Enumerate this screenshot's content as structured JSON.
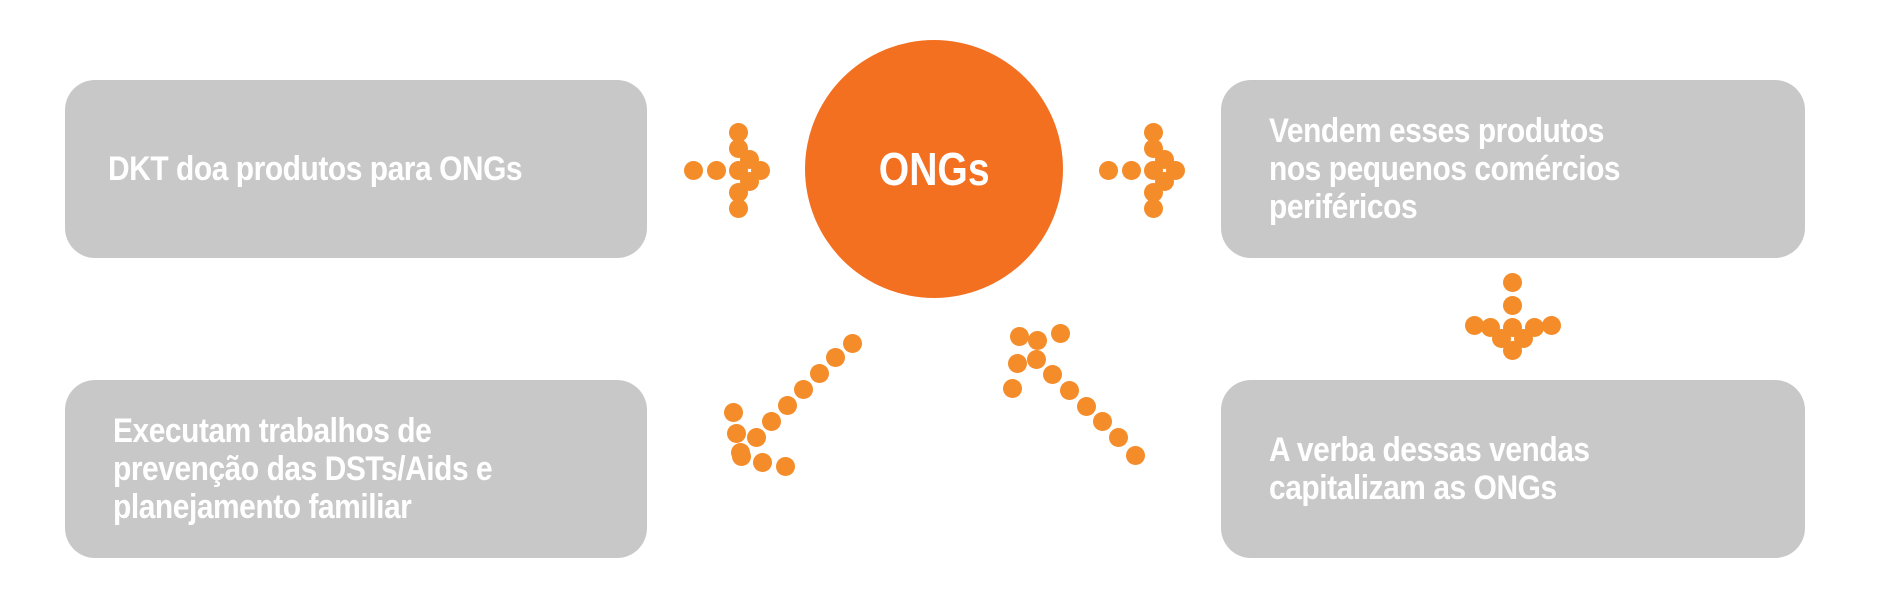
{
  "center": {
    "label": "ONGs"
  },
  "boxes": {
    "top_left": "DKT doa produtos para ONGs",
    "top_right": "Vendem esses produtos\nnos pequenos comércios\nperiféricos",
    "bottom_right": "A verba dessas vendas\ncapitalizam as ONGs",
    "bottom_left": "Executam trabalhos de\nprevenção das DSTs/Aids e\nplanejamento familiar"
  },
  "arrows": [
    {
      "name": "arrow-right-icon-1",
      "direction": "right"
    },
    {
      "name": "arrow-right-icon-2",
      "direction": "right"
    },
    {
      "name": "arrow-down-icon",
      "direction": "down"
    },
    {
      "name": "arrow-down-left-icon",
      "direction": "down-left"
    },
    {
      "name": "arrow-up-left-icon",
      "direction": "up-left"
    }
  ],
  "colors": {
    "box": "#c8c8c9",
    "accent": "#f37021",
    "dots": "#f48c2a",
    "text": "#ffffff"
  }
}
